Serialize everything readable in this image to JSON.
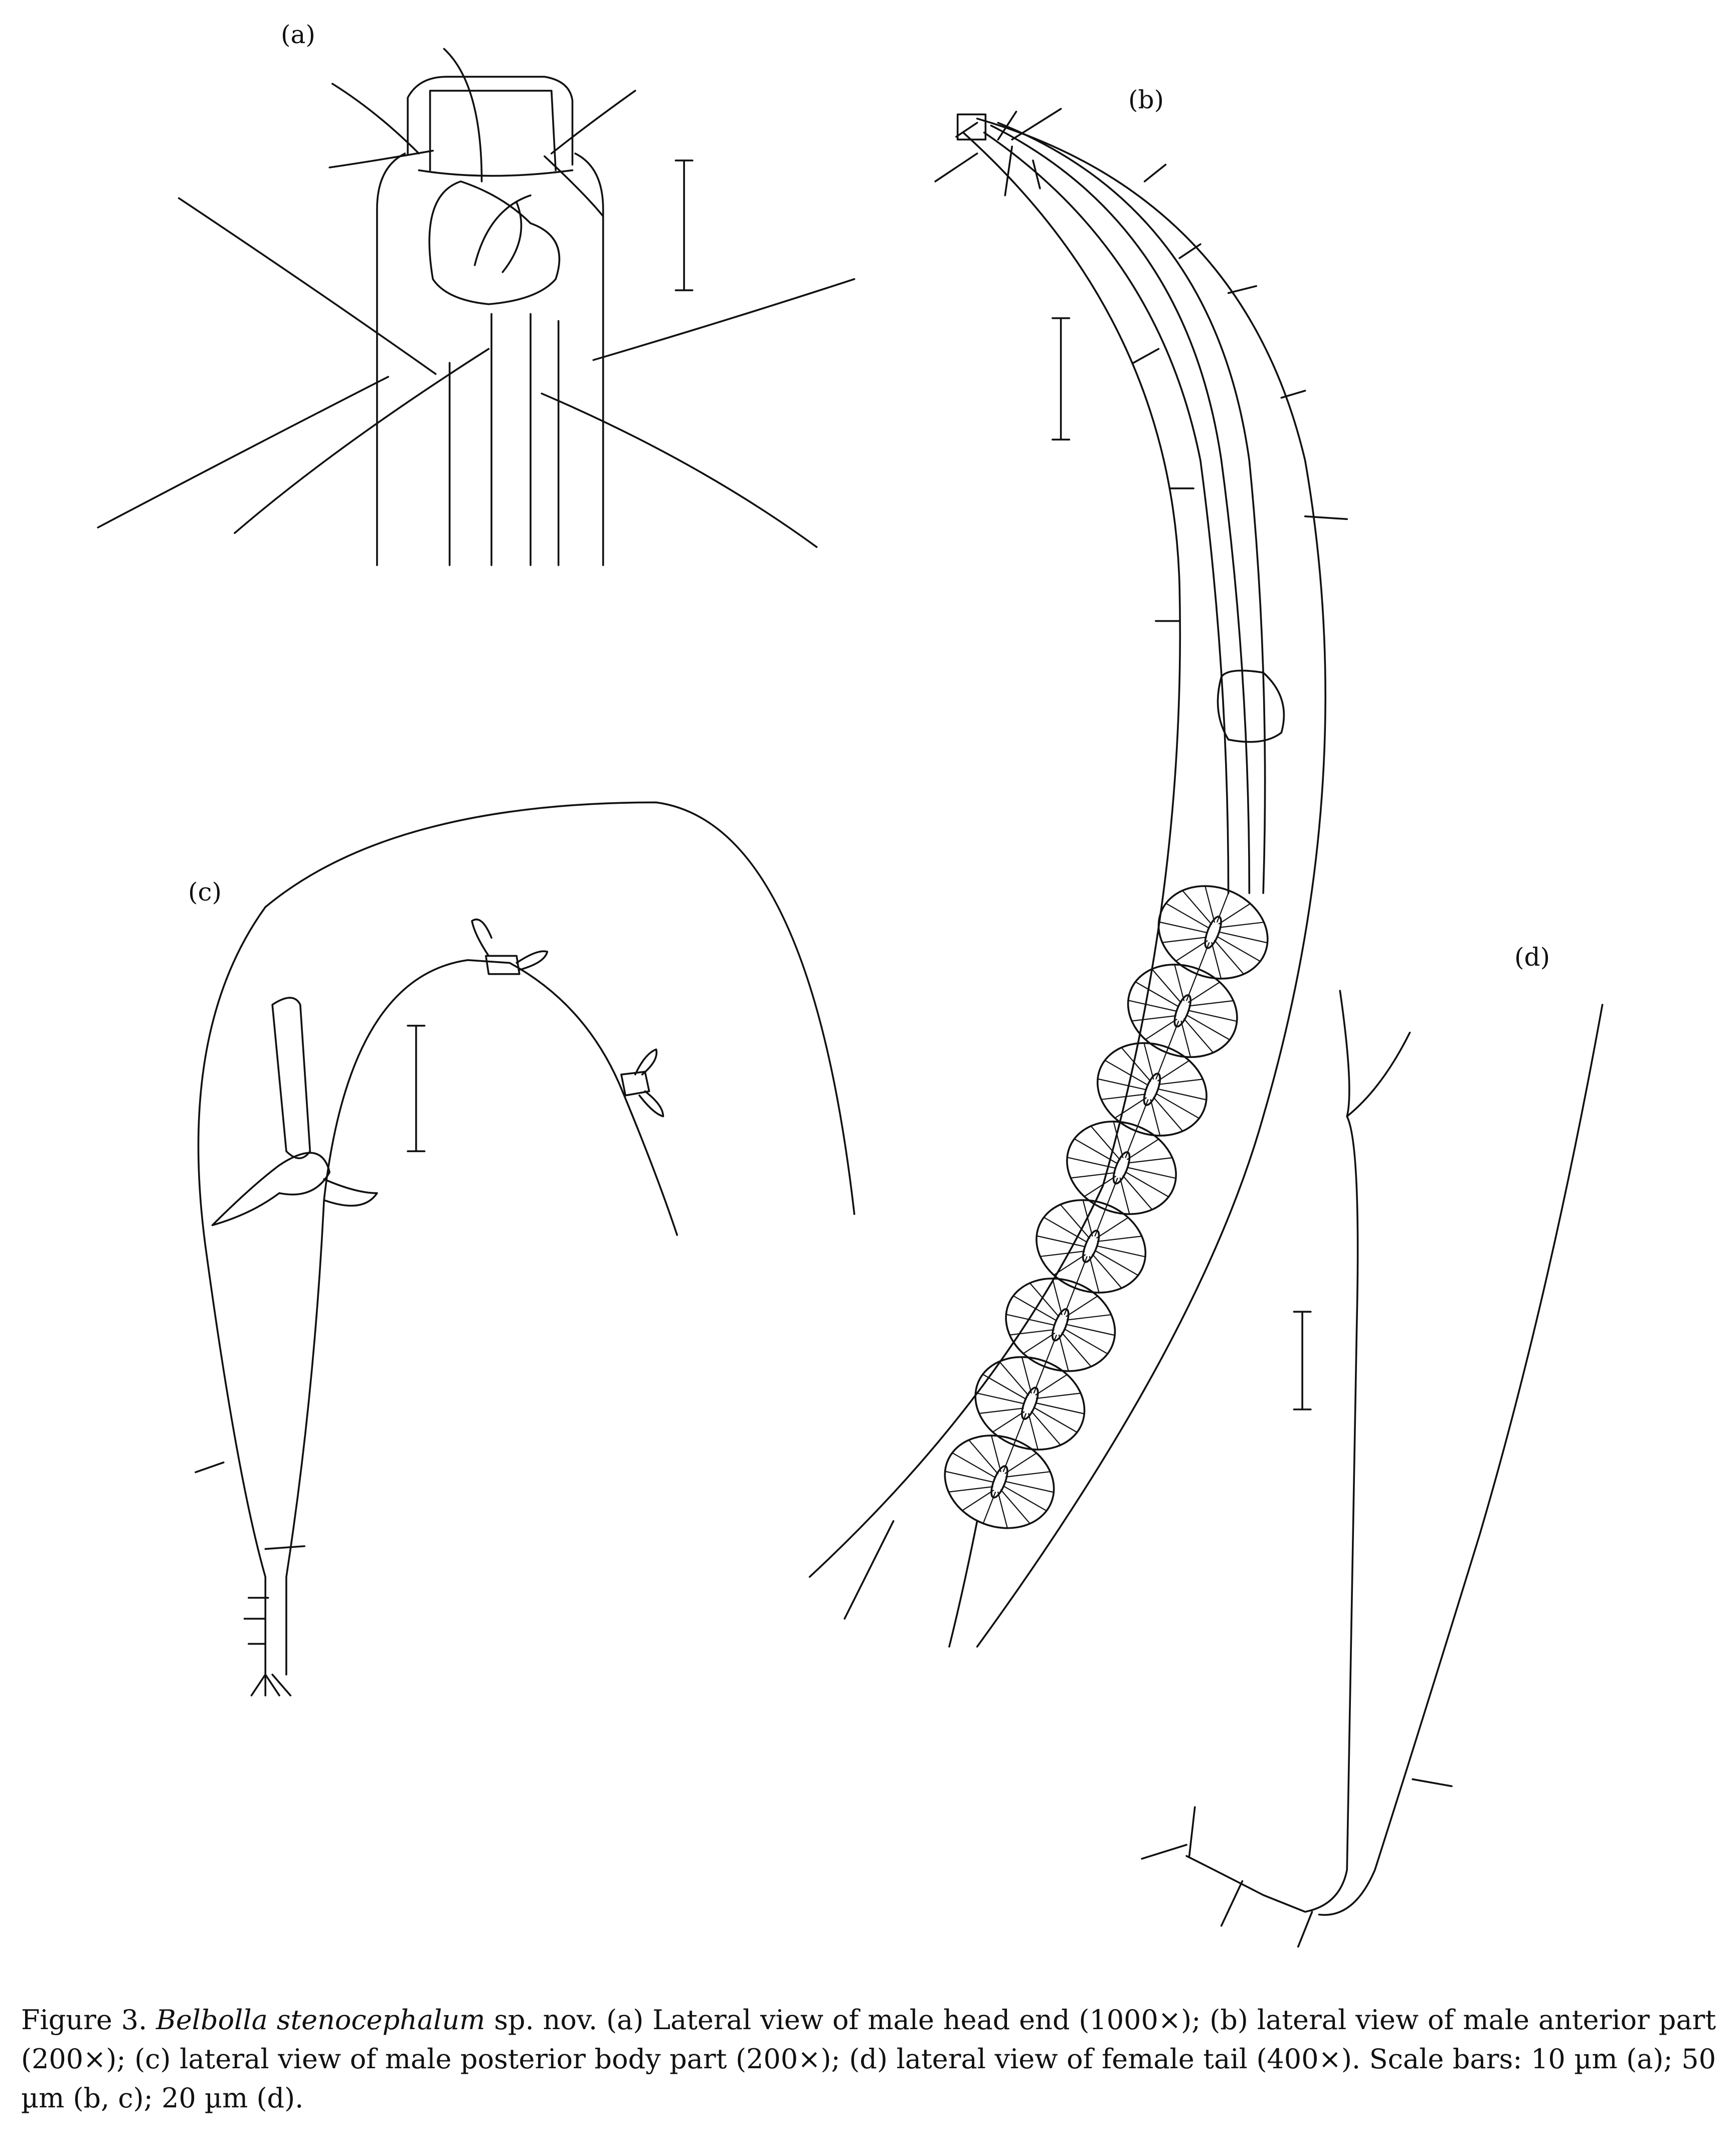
{
  "panels": {
    "a": {
      "label": "(a)"
    },
    "b": {
      "label": "(b)"
    },
    "c": {
      "label": "(c)"
    },
    "d": {
      "label": "(d)"
    }
  },
  "caption": {
    "figure_number": "Figure 3.",
    "species": "Belbolla stenocephalum",
    "text": "sp. nov. (a) Lateral view of male head end (1000×); (b) lateral view of male anterior part (200×); (c) lateral view of male posterior body part (200×); (d) lateral view of female tail (400×). Scale bars: 10 µm (a); 50 µm (b, c); 20 µm (d)."
  }
}
